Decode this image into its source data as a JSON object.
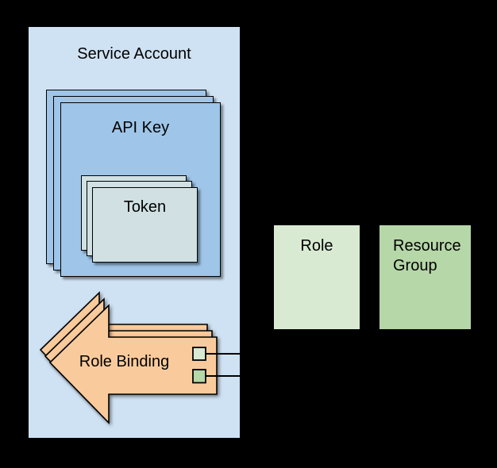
{
  "diagram": {
    "background_color": "#000000",
    "border_color": "#000000",
    "connector_color": "#000000",
    "panel": {
      "title": "Service Account",
      "fill": "#cfe2f3"
    },
    "api_key_stack": {
      "label": "API Key",
      "layers": 3,
      "fill": "#9fc5e8"
    },
    "token_stack": {
      "label": "Token",
      "layers": 3,
      "fill": "#d0e0e3"
    },
    "role_binding": {
      "label": "Role Binding",
      "layers": 3,
      "fill": "#f9cb9c",
      "ports": [
        {
          "name": "role-port",
          "fill": "#d9ead3"
        },
        {
          "name": "resource-group-port",
          "fill": "#b6d7a8"
        }
      ]
    },
    "role_box": {
      "label": "Role",
      "fill": "#d9ead3"
    },
    "resource_group_box": {
      "label": "Resource Group",
      "fill": "#b6d7a8"
    },
    "connectors": [
      {
        "from": "role-port",
        "to": "role_box"
      },
      {
        "from": "resource-group-port",
        "to": "resource_group_box"
      }
    ]
  }
}
